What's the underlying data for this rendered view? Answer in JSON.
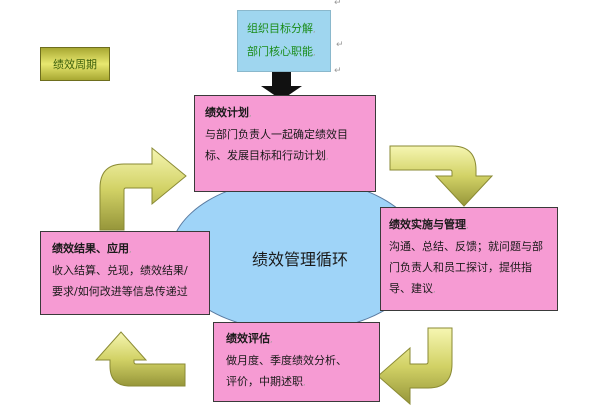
{
  "objectives": {
    "line1": "组织目标分解",
    "line2": "部门核心职能"
  },
  "cycle_label": "绩效周期",
  "center_label": "绩效管理循环",
  "plan": {
    "title": "绩效计划",
    "lines": [
      "与部门负责人一起确定绩效目",
      "标、发展目标和行动计划"
    ]
  },
  "implementation": {
    "title": "绩效实施与管理",
    "lines": [
      "沟通、总结、反馈；就问题与部",
      "门负责人和员工探讨，提供指",
      "导、建议"
    ]
  },
  "result": {
    "title": "绩效结果、应用",
    "lines": [
      "收入结算、兑现，绩效结果/",
      "要求/如何改进等信息传递过"
    ]
  },
  "evaluation": {
    "title": "绩效评估",
    "lines": [
      "做月度、季度绩效分析、",
      "评价，中期述职"
    ]
  },
  "colors": {
    "box_pink": "#f69bd3",
    "ellipse_blue": "#9fd4f8",
    "top_blue": "#9fd6ef",
    "arrow_olive": "#c8c85a",
    "text_green": "#1a8c1a"
  }
}
